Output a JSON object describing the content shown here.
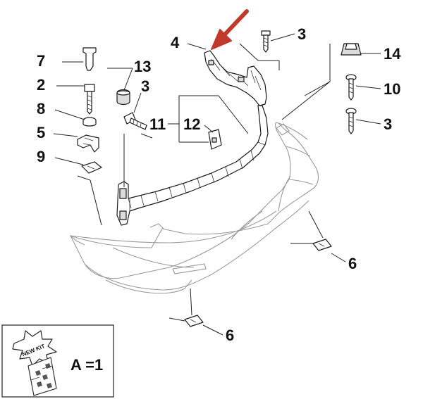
{
  "callouts": {
    "c1": "7",
    "c2": "2",
    "c3": "8",
    "c4": "5",
    "c5": "9",
    "c6": "13",
    "c7": "3",
    "c8": "11",
    "c9": "12",
    "c10": "4",
    "c11": "3",
    "c12": "14",
    "c13": "10",
    "c14": "3",
    "c15": "6",
    "c16": "6"
  },
  "kit_inset": {
    "badge_text": "NEW KIT",
    "equation": "A =1"
  },
  "colors": {
    "pointer_arrow": "#c0392b",
    "line": "#1a1a1a",
    "bumper": "#9a9a9a"
  }
}
